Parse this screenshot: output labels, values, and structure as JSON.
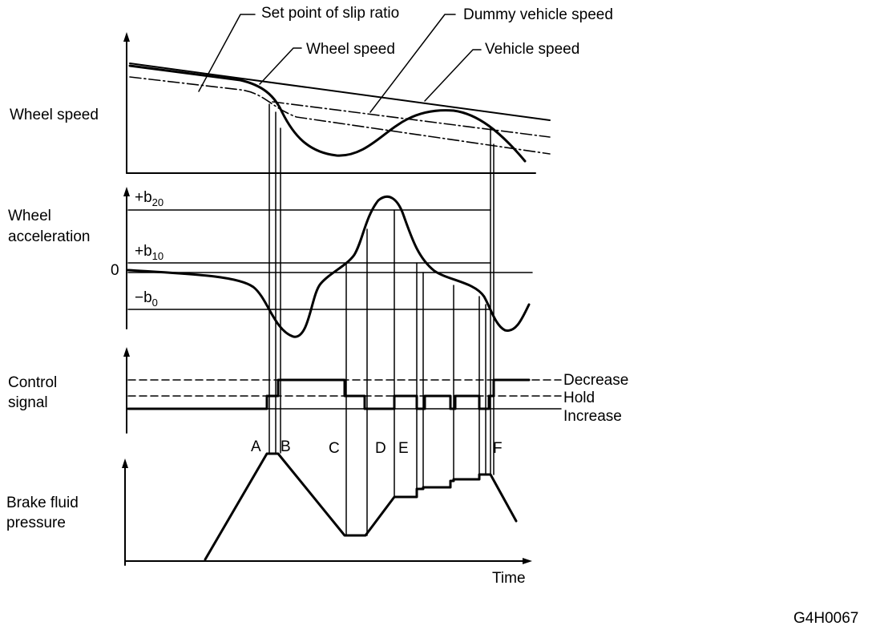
{
  "callouts": {
    "set_point": "Set point of slip ratio",
    "dummy_speed": "Dummy vehicle speed",
    "wheel_speed": "Wheel speed",
    "vehicle_speed": "Vehicle speed"
  },
  "panels": {
    "wheel_speed": "Wheel speed",
    "wheel_accel_line1": "Wheel",
    "wheel_accel_line2": "acceleration",
    "control_line1": "Control",
    "control_line2": "signal",
    "brake_line1": "Brake fluid",
    "brake_line2": "pressure"
  },
  "accel_levels": {
    "b20_prefix": "+b",
    "b20_sub": "20",
    "b10_prefix": "+b",
    "b10_sub": "10",
    "zero": "0",
    "b0_prefix": "−b",
    "b0_sub": "0"
  },
  "control_levels": {
    "decrease": "Decrease",
    "hold": "Hold",
    "increase": "Increase"
  },
  "phase_letters": [
    "A",
    "B",
    "C",
    "D",
    "E",
    "F"
  ],
  "x_axis_label": "Time",
  "figure_code": "G4H0067"
}
